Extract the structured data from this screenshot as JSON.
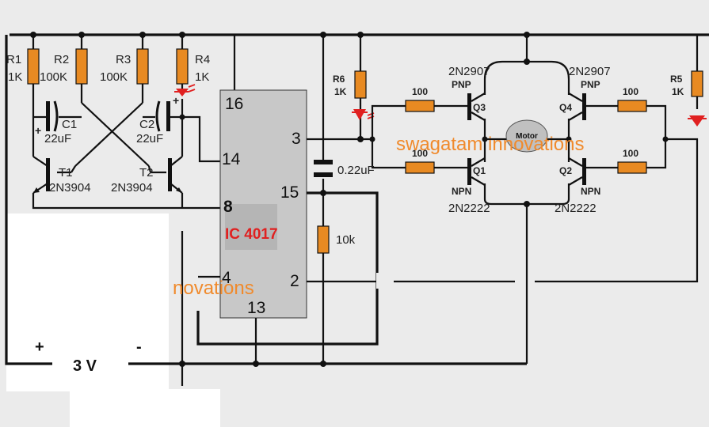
{
  "resistors": {
    "r1": {
      "ref": "R1",
      "value": "1K"
    },
    "r2": {
      "ref": "R2",
      "value": "100K"
    },
    "r3": {
      "ref": "R3",
      "value": "100K"
    },
    "r4": {
      "ref": "R4",
      "value": "1K"
    },
    "r5": {
      "ref": "R5",
      "value": "1K"
    },
    "r6": {
      "ref": "R6",
      "value": "1K"
    },
    "r10k": {
      "value": "10k"
    },
    "base_resistors": [
      "100",
      "100",
      "100",
      "100"
    ]
  },
  "capacitors": {
    "c1": {
      "ref": "C1",
      "value": "22uF"
    },
    "c2": {
      "ref": "C2",
      "value": "22uF"
    },
    "c3": {
      "value": "0.22uF"
    }
  },
  "transistors": {
    "t1": {
      "ref": "T1",
      "part": "2N3904"
    },
    "t2": {
      "ref": "T2",
      "part": "2N3904"
    },
    "q1": {
      "ref": "Q1",
      "part": "2N2222",
      "kind": "NPN"
    },
    "q2": {
      "ref": "Q2",
      "part": "2N2222",
      "kind": "NPN"
    },
    "q3": {
      "ref": "Q3",
      "part": "2N2907",
      "kind": "PNP"
    },
    "q4": {
      "ref": "Q4",
      "part": "2N2907",
      "kind": "PNP"
    }
  },
  "ic": {
    "name": "IC 4017",
    "pins": {
      "p16": "16",
      "p14": "14",
      "p8": "8",
      "p4": "4",
      "p13": "13",
      "p3": "3",
      "p15": "15",
      "p2": "2"
    }
  },
  "motor": {
    "label": "Motor"
  },
  "supply": {
    "label": "3 V",
    "plus": "+",
    "minus": "-"
  },
  "watermarks": {
    "main": "swagatam innovations",
    "partial": "novations"
  },
  "colors": {
    "resistor": "#e88a22",
    "ic_body": "#c8c8c8",
    "led": "#e02020",
    "watermark": "#f08a2c",
    "ic_title": "#e02020"
  }
}
